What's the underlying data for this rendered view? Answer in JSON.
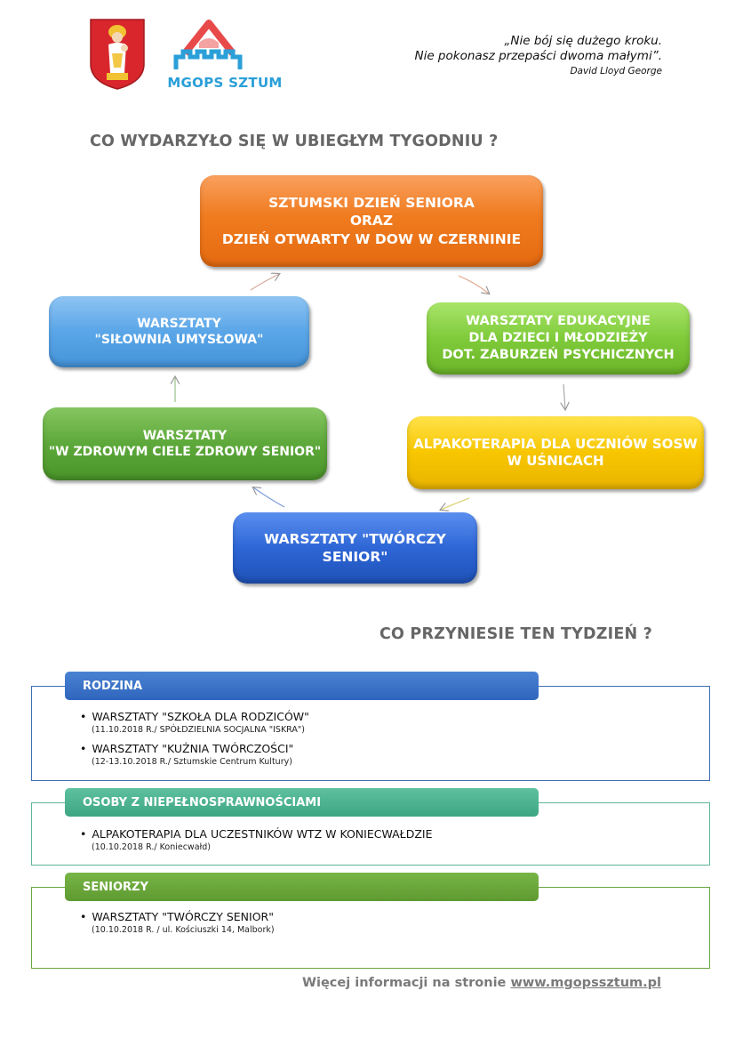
{
  "header": {
    "logo_text": "MGOPS SZTUM",
    "quote_line1": "„Nie bój się dużego kroku.",
    "quote_line2": "Nie pokonasz przepaści dwoma małymi”.",
    "quote_author": "David Lloyd George"
  },
  "past_week": {
    "title": "CO WYDARZYŁO SIĘ W UBIEGŁYM TYGODNIU ?",
    "boxes": {
      "top": [
        "SZTUMSKI DZIEŃ SENIORA",
        "ORAZ",
        "DZIEŃ OTWARTY W DOW W CZERNINIE"
      ],
      "right": [
        "WARSZTATY EDUKACYJNE",
        "DLA DZIECI I MŁODZIEŻY",
        "DOT. ZABURZEŃ PSYCHICZNYCH"
      ],
      "yellow": [
        "ALPAKOTERAPIA DLA UCZNIÓW SOSW",
        "W UŚNICACH"
      ],
      "bottom": [
        "WARSZTATY \"TWÓRCZY",
        "SENIOR\""
      ],
      "green_left": [
        "WARSZTATY",
        "\"W ZDROWYM CIELE ZDROWY SENIOR\""
      ],
      "blue_left": [
        "WARSZTATY",
        "\"SIŁOWNIA UMYSŁOWA\""
      ]
    }
  },
  "next_week": {
    "title": "CO PRZYNIESIE TEN TYDZIEŃ ?",
    "sections": [
      {
        "label": "RODZINA",
        "items": [
          {
            "main": "WARSZTATY \"SZKOŁA DLA RODZICÓW\"",
            "sub": "(11.10.2018 R./ SPÓŁDZIELNIA SOCJALNA \"ISKRA\")"
          },
          {
            "main": "WARSZTATY \"KUŹNIA TWÓRCZOŚCI\"",
            "sub": "(12-13.10.2018 R./ Sztumskie Centrum Kultury)"
          }
        ]
      },
      {
        "label": "OSOBY Z NIEPEŁNOSPRAWNOŚCIAMI",
        "items": [
          {
            "main": "ALPAKOTERAPIA DLA  UCZESTNIKÓW WTZ W KONIECWAŁDZIE",
            "sub": "(10.10.2018 R./ Koniecwałd)"
          }
        ]
      },
      {
        "label": "SENIORZY",
        "items": [
          {
            "main": "WARSZTATY \"TWÓRCZY SENIOR\"",
            "sub": "(10.10.2018 R. / ul. Kościuszki 14, Malbork)"
          }
        ]
      }
    ]
  },
  "footer": {
    "text": "Więcej informacji na stronie",
    "link": "www.mgopssztum.pl"
  },
  "colors": {
    "orange": "#f07b1f",
    "light_green": "#7fcb3a",
    "yellow": "#f7c600",
    "blue": "#2e66d6",
    "green": "#5da83a",
    "light_blue": "#5aa6e8",
    "teal": "#3ea583"
  }
}
